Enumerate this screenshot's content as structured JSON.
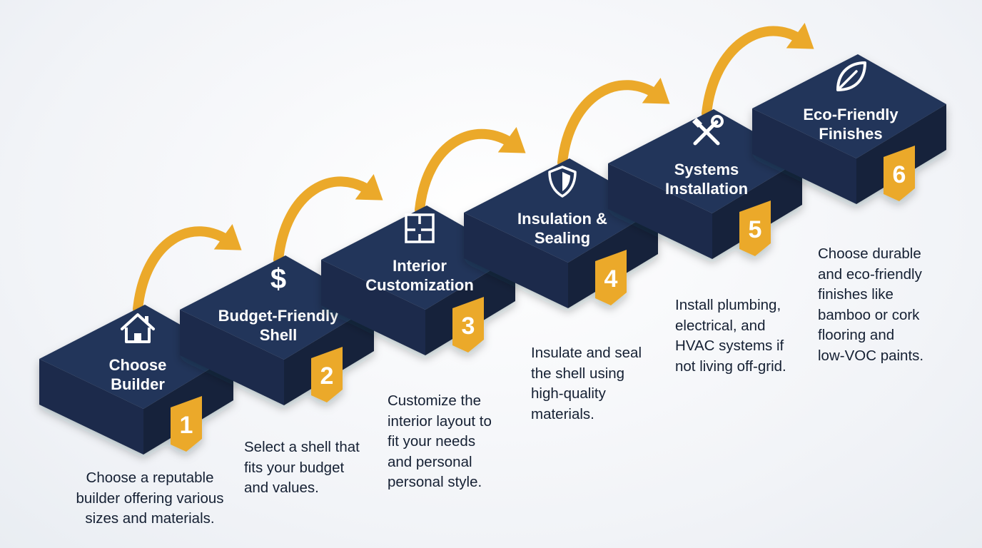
{
  "colors": {
    "block_top": "#24365a",
    "block_front": "#1c2c4c",
    "block_side": "#14213b",
    "accent": "#eba92a"
  },
  "steps": [
    {
      "number": "1",
      "title_line1": "Choose",
      "title_line2": "Builder",
      "icon": "house-icon",
      "description": "Choose a reputable\nbuilder offering various\nsizes and materials."
    },
    {
      "number": "2",
      "title_line1": "Budget-Friendly",
      "title_line2": "Shell",
      "icon": "dollar-icon",
      "description": "Select a shell that\nfits your budget\nand values."
    },
    {
      "number": "3",
      "title_line1": "Interior",
      "title_line2": "Customization",
      "icon": "floorplan-icon",
      "description": "Customize the\ninterior layout to\nfit your needs\nand personal\npersonal style."
    },
    {
      "number": "4",
      "title_line1": "Insulation &",
      "title_line2": "Sealing",
      "icon": "shield-icon",
      "description": "Insulate and seal\nthe shell using\nhigh-quality\nmaterials."
    },
    {
      "number": "5",
      "title_line1": "Systems",
      "title_line2": "Installation",
      "icon": "tools-icon",
      "description": "Install plumbing,\nelectrical, and\nHVAC systems if\nnot living off-grid."
    },
    {
      "number": "6",
      "title_line1": "Eco-Friendly",
      "title_line2": "Finishes",
      "icon": "leaf-icon",
      "description": "Choose durable\nand eco-friendly\nfinishes like\nbamboo or cork\nflooring and\nlow-VOC paints."
    }
  ]
}
